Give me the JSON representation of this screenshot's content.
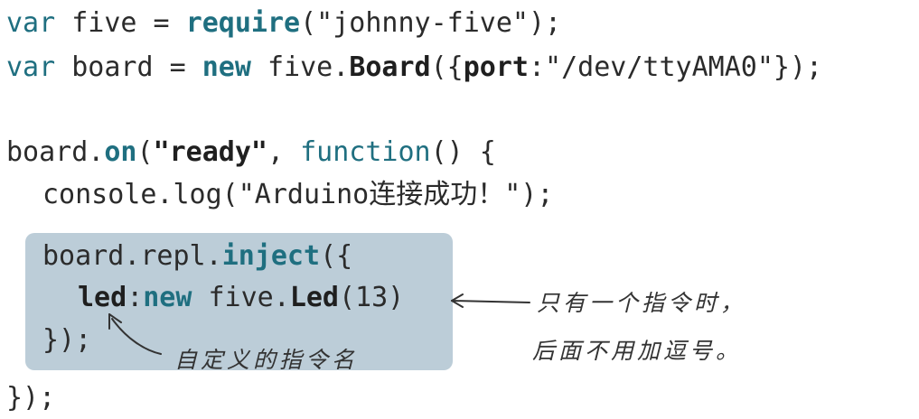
{
  "code": {
    "line1": {
      "kw1": "var",
      "t1": " five = ",
      "kw2": "require",
      "t2": "(\"johnny-five\");"
    },
    "line2": {
      "kw1": "var",
      "t1": " board = ",
      "kw2": "new",
      "t2": " five.",
      "b1": "Board",
      "t3": "({",
      "b2": "port",
      "t4": ":\"/dev/ttyAMA0\"});"
    },
    "line3": {
      "t1": "board.",
      "kw1": "on",
      "t2": "(",
      "b1": "\"ready\"",
      "t3": ", ",
      "kw2": "function",
      "t4": "() {"
    },
    "line4": {
      "t1": "console.log(\"Arduino连接成功！\");"
    },
    "line5": {
      "t1": "board.repl.",
      "kw1": "inject",
      "t2": "({"
    },
    "line6": {
      "b1": "led",
      "t1": ":",
      "kw1": "new",
      "t2": " five.",
      "b2": "Led",
      "t3": "(13)"
    },
    "line7": {
      "t1": "});"
    },
    "line8": {
      "t1": "});"
    }
  },
  "annotations": {
    "custom_name": "自定义的指令名",
    "single_line1": "只有一个指令时，",
    "single_line2": "后面不用加逗号。"
  },
  "colors": {
    "keyword": "#1f6f80",
    "highlight": "#bccdd8",
    "text": "#2b2b2b"
  }
}
